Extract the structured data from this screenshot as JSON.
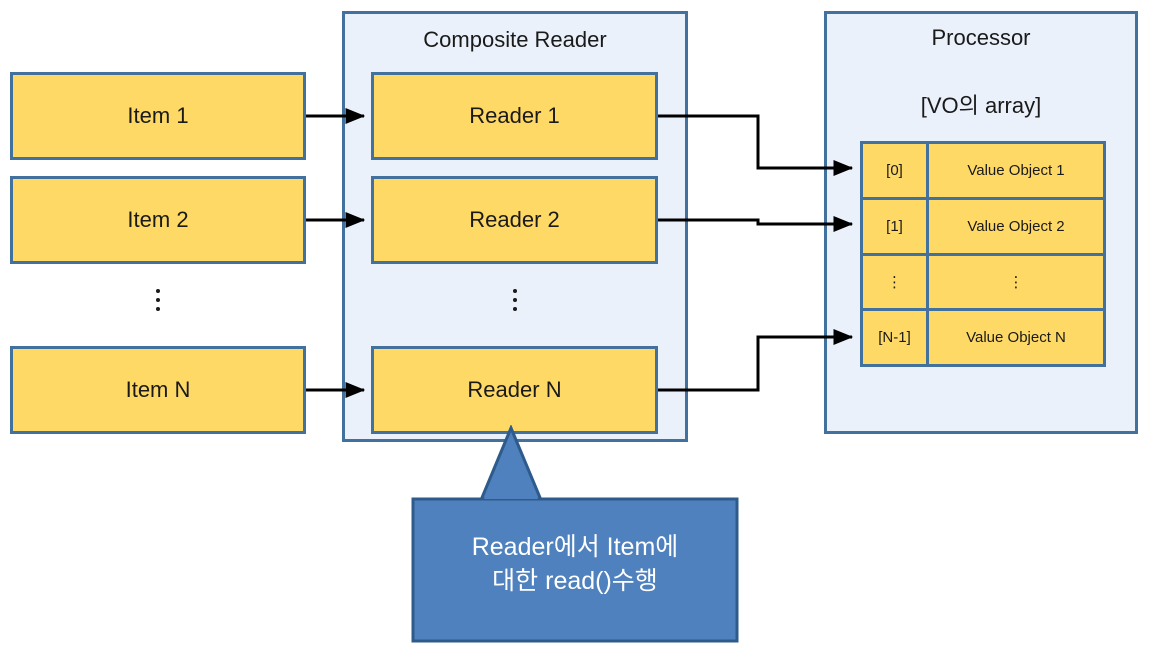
{
  "diagram": {
    "title": "Composite Reader batch flow",
    "colors": {
      "box_fill": "#FFD966",
      "box_border": "#41719C",
      "panel_fill": "#EAF1FB",
      "callout_fill": "#4E81BD",
      "callout_border": "#2E5B8C",
      "wire": "#000000",
      "text": "#1A1A1A"
    }
  },
  "items": {
    "list": [
      {
        "label": "Item 1"
      },
      {
        "label": "Item 2"
      },
      {
        "label": "Item N"
      }
    ],
    "ellipsis": "⋮"
  },
  "composite_reader": {
    "title": "Composite Reader",
    "readers": [
      {
        "label": "Reader 1"
      },
      {
        "label": "Reader 2"
      },
      {
        "label": "Reader N"
      }
    ],
    "ellipsis": "⋮"
  },
  "processor": {
    "title": "Processor",
    "subtitle": "[VO의 array]",
    "array_rows": [
      {
        "index": "[0]",
        "value": "Value Object 1"
      },
      {
        "index": "[1]",
        "value": "Value Object 2"
      },
      {
        "index": "⋮",
        "value": "⋮"
      },
      {
        "index": "[N-1]",
        "value": "Value Object N"
      }
    ]
  },
  "callout": {
    "text": "Reader에서 Item에\n대한 read()수행"
  }
}
